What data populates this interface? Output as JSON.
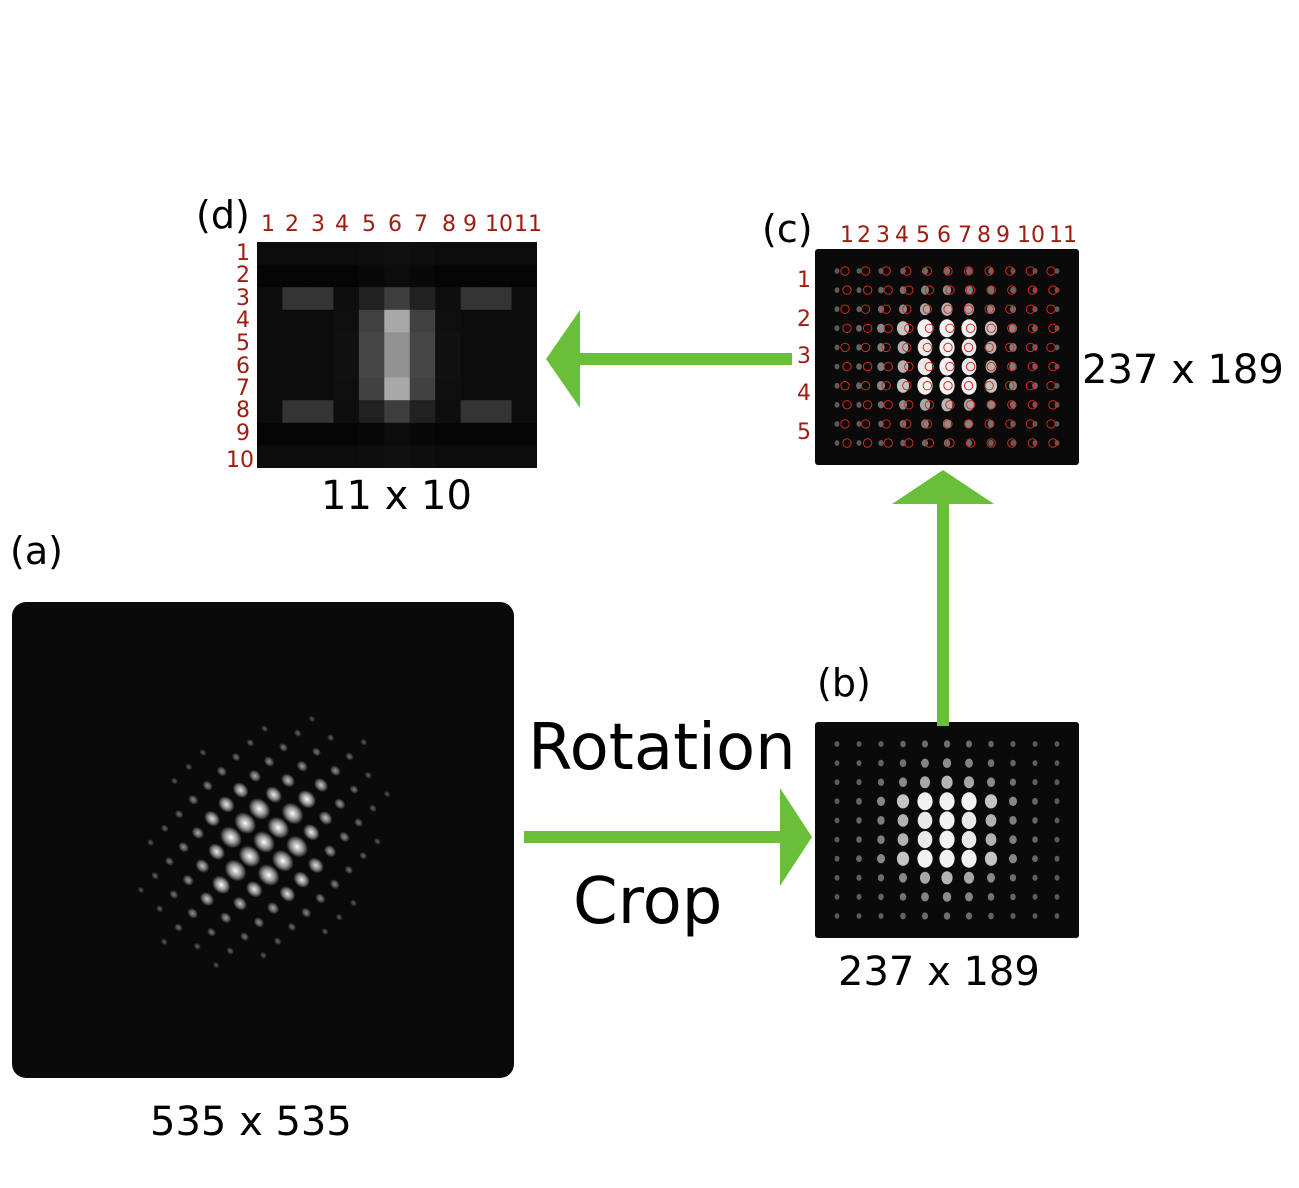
{
  "panels": {
    "a": {
      "label": "(a)",
      "size": "535 x 535"
    },
    "b": {
      "label": "(b)",
      "size": "237 x 189"
    },
    "c": {
      "label": "(c)",
      "size": "237 x 189",
      "col_labels": [
        "1",
        "2",
        "3",
        "4",
        "5",
        "6",
        "7",
        "8",
        "9",
        "10",
        "11"
      ],
      "row_labels": [
        "1",
        "2",
        "3",
        "4",
        "5"
      ]
    },
    "d": {
      "label": "(d)",
      "size": "11 x 10",
      "col_labels": [
        "1",
        "2",
        "3",
        "4",
        "5",
        "6",
        "7",
        "8",
        "9",
        "10",
        "11"
      ],
      "row_labels": [
        "1",
        "2",
        "3",
        "4",
        "5",
        "6",
        "7",
        "8",
        "9",
        "10"
      ]
    }
  },
  "steps": {
    "rotation": "Rotation",
    "crop": "Crop"
  },
  "colors": {
    "arrow": "#6abf3a",
    "index_label": "#a01c10",
    "marker": "#d42a1a",
    "image_bg": "#0a0a0a"
  }
}
